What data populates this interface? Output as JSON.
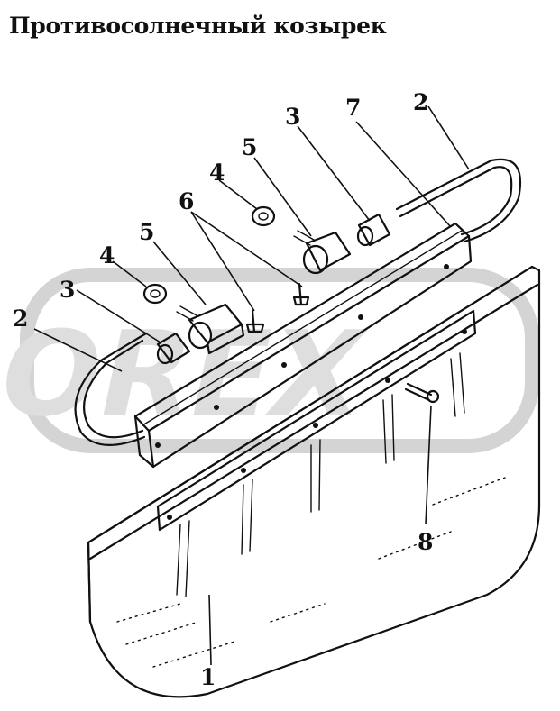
{
  "title": "Противосолнечный козырек",
  "watermark": "OREX",
  "callouts": [
    {
      "id": "1",
      "text": "1"
    },
    {
      "id": "2-right",
      "text": "2"
    },
    {
      "id": "2-left",
      "text": "2"
    },
    {
      "id": "3-right",
      "text": "3"
    },
    {
      "id": "3-left",
      "text": "3"
    },
    {
      "id": "4-right",
      "text": "4"
    },
    {
      "id": "4-left",
      "text": "4"
    },
    {
      "id": "5-right",
      "text": "5"
    },
    {
      "id": "5-left",
      "text": "5"
    },
    {
      "id": "6",
      "text": "6"
    },
    {
      "id": "7",
      "text": "7"
    },
    {
      "id": "8",
      "text": "8"
    }
  ],
  "colors": {
    "ink": "#111111",
    "watermark": "#d4d4d4",
    "background": "#ffffff"
  }
}
